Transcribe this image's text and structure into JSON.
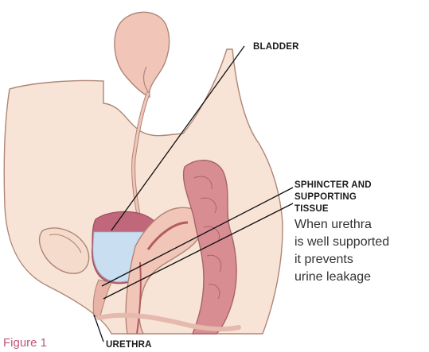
{
  "labels": {
    "bladder": "BLADDER",
    "sphincter_lines": [
      "SPHINCTER AND",
      "SUPPORTING",
      "TISSUE"
    ],
    "urethra": "URETHRA"
  },
  "description_lines": [
    "When urethra",
    "is well supported",
    "it prevents",
    "urine leakage"
  ],
  "figure_caption": "Figure 1",
  "colors": {
    "body_skin": "#f7e4d6",
    "outline": "#b08576",
    "organ_pink": "#f1c6b9",
    "bladder_wall": "#c0677b",
    "urine": "#c9def0",
    "uterus_dark": "#b25c60",
    "bowel": "#d88d93",
    "caption_pink": "#c0547a"
  }
}
